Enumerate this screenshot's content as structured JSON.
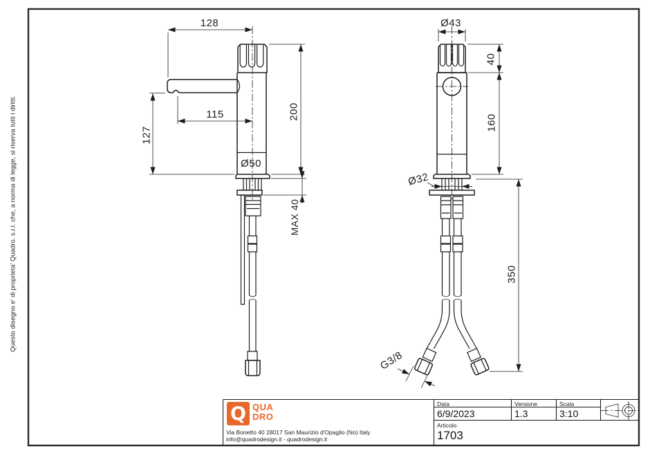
{
  "side_note": "Questo disegno e' di proprieta' Quadro. s.r.l. che, a norma di legge, si riserva tutti i diritti.",
  "drawing": {
    "left_view": {
      "dim_128": "128",
      "dim_115": "115",
      "dim_127": "127",
      "dim_200": "200",
      "dim_d50": "Ø50",
      "dim_max40": "MAX 40"
    },
    "right_view": {
      "dim_d43": "Ø43",
      "dim_40": "40",
      "dim_160": "160",
      "dim_d32": "Ø32",
      "dim_350": "350",
      "dim_g38": "G3/8"
    }
  },
  "title_block": {
    "logo": {
      "q": "Q",
      "line1": "QUA",
      "line2": "DRO"
    },
    "address_line1": "Via Bonetto 40  28017 San Maurizio d'Opaglio (No) Italy",
    "address_line2": "info@quadrodesign.it  -  quadrodesign.it",
    "fields": {
      "data_label": "Data",
      "data_value": "6/9/2023",
      "versione_label": "Versione",
      "versione_value": "1.3",
      "scala_label": "Scala",
      "scala_value": "3:10",
      "articolo_label": "Articolo",
      "articolo_value": "1703"
    }
  },
  "colors": {
    "line": "#1c1c1c",
    "accent": "#E8682A"
  }
}
